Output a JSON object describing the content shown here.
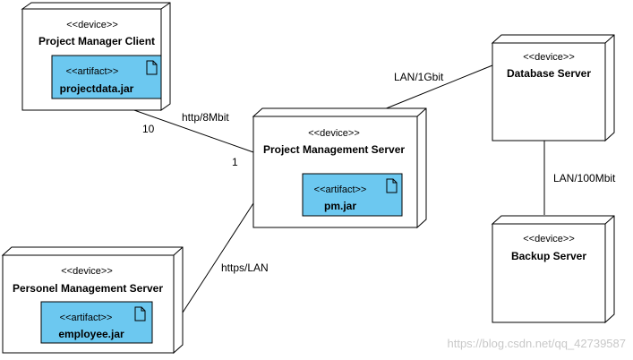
{
  "diagram": {
    "nodes": {
      "client": {
        "stereotype": "<<device>>",
        "name": "Project Manager Client",
        "artifact": {
          "stereotype": "<<artifact>>",
          "name": "projectdata.jar"
        }
      },
      "pms": {
        "stereotype": "<<device>>",
        "name": "Project Management Server",
        "artifact": {
          "stereotype": "<<artifact>>",
          "name": "pm.jar"
        }
      },
      "db": {
        "stereotype": "<<device>>",
        "name": "Database Server"
      },
      "backup": {
        "stereotype": "<<device>>",
        "name": "Backup Server"
      },
      "personel": {
        "stereotype": "<<device>>",
        "name": "Personel Management Server",
        "artifact": {
          "stereotype": "<<artifact>>",
          "name": "employee.jar"
        }
      }
    },
    "connections": {
      "client_pms": {
        "label": "http/8Mbit",
        "source_multiplicity": "10",
        "target_multiplicity": "1"
      },
      "pms_db": {
        "label": "LAN/1Gbit"
      },
      "db_backup": {
        "label": "LAN/100Mbit"
      },
      "pms_personel": {
        "label": "https/LAN"
      }
    }
  },
  "watermark": "https://blog.csdn.net/qq_42739587",
  "colors": {
    "node_fill": "#ffffff",
    "artifact_fill": "#6cc8f0",
    "line": "#000000",
    "watermark": "#c8c8c8"
  }
}
